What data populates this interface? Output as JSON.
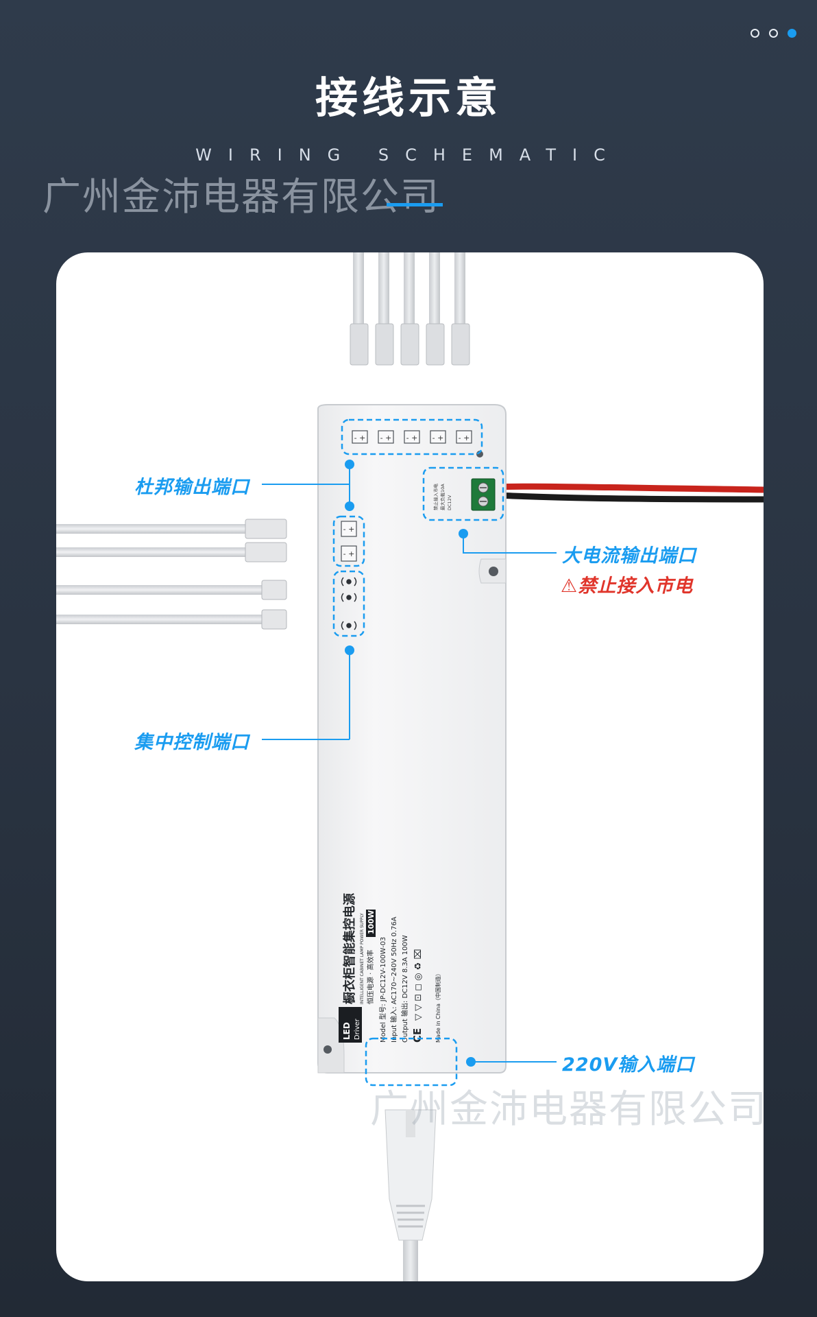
{
  "header": {
    "title": "接线示意",
    "subtitle": "WIRING SCHEMATIC",
    "pager": {
      "count": 3,
      "active_index": 2
    }
  },
  "watermark": {
    "top_text": "广州金沛电器有限公司",
    "bottom_text": "广州金沛电器有限公司"
  },
  "callouts": {
    "dupont_output": "杜邦输出端口",
    "central_control": "集中控制端口",
    "high_current_output": "大电流输出端口",
    "no_mains_warning": "禁止接入市电",
    "warning_icon": "⚠",
    "ac_input": "220V输入端口"
  },
  "device": {
    "badge": "LED\nDriver",
    "name_cn": "橱衣柜智能集控电源",
    "name_en": "INTELLIGENT CABINET LAMP POWER SUPPLY",
    "tagline": "恒压电源 · 高效率",
    "wattage": "100W",
    "model": "Model 型号: JP-DC12V-100W-03",
    "input": "Input 输入: AC170~240V 50Hz 0.76A",
    "output": "Output 输出: DC12V 8.3A 100W",
    "made_in": "Made in China（中国制造）",
    "terminal_label_1": "禁止接入市电",
    "terminal_label_2": "最大负载10A",
    "terminal_label_3": "DC12V"
  },
  "colors": {
    "accent": "#1a9cf0",
    "warning": "#e0352b",
    "background": "#2a3442"
  },
  "icons": {
    "warning": "warning-triangle-icon",
    "wireless": "wireless-sensor-icon",
    "ce": "ce-mark-icon"
  }
}
